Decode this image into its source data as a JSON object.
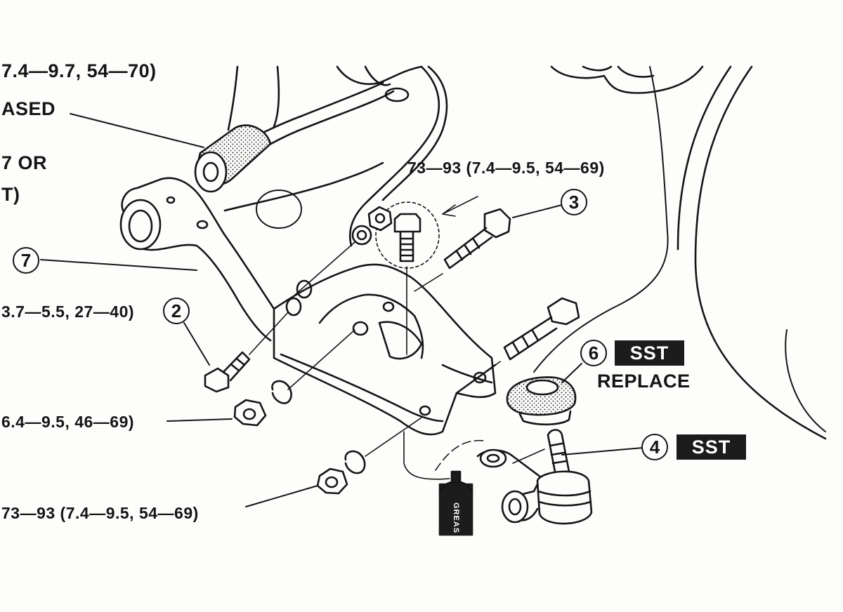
{
  "labels": {
    "torque_top_left": "7.4—9.7, 54—70)",
    "greased": "ASED",
    "note_line_1": "7 OR",
    "note_line_2": "T)",
    "torque_top_right": "73—93 (7.4—9.5, 54—69)",
    "torque_bolt_2": "3.7—5.5, 27—40)",
    "torque_nut_left": "6.4—9.5, 46—69)",
    "torque_bottom": "73—93 (7.4—9.5, 54—69)",
    "replace": "REPLACE",
    "grease_can": "GREAS"
  },
  "callouts": {
    "c2": "2",
    "c3": "3",
    "c4": "4",
    "c6": "6",
    "c7": "7"
  },
  "sst": {
    "sst_6": "SST",
    "sst_4": "SST"
  },
  "colors": {
    "ink": "#151515",
    "paper": "#fdfdfc",
    "badge": "#1c1c1c"
  }
}
